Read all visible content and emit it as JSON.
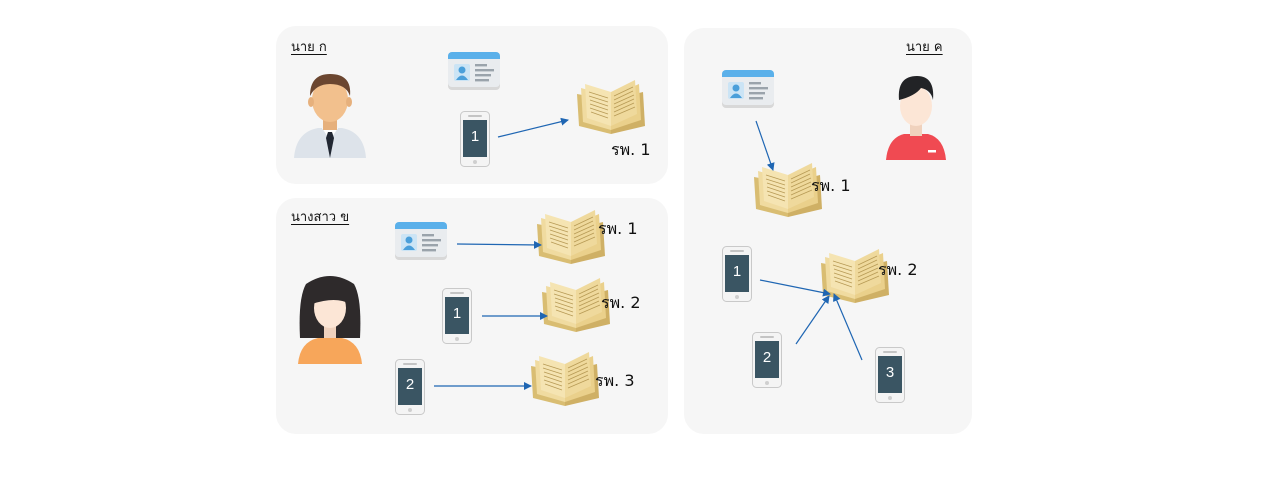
{
  "panels": {
    "mr_k": {
      "title": "นาย ก",
      "hospital_labels": [
        "รพ. 1"
      ],
      "phone_numbers": [
        "1"
      ]
    },
    "ms_kh": {
      "title": "นางสาว ข",
      "hospital_labels": [
        "รพ. 1",
        "รพ. 2",
        "รพ. 3"
      ],
      "phone_numbers": [
        "1",
        "2"
      ]
    },
    "mr_kh": {
      "title": "นาย ค",
      "hospital_labels": [
        "รพ. 1",
        "รพ. 2"
      ],
      "phone_numbers": [
        "1",
        "2",
        "3"
      ]
    }
  },
  "colors": {
    "panel_bg": "#f6f6f6",
    "arrow": "#1f66b3",
    "phone_screen": "#3a5563",
    "book": "#ead08b"
  },
  "icons": [
    "man-shirt-tie-icon",
    "woman-icon",
    "man-red-shirt-icon",
    "id-card-icon",
    "smartphone-icon",
    "ledger-book-icon"
  ]
}
